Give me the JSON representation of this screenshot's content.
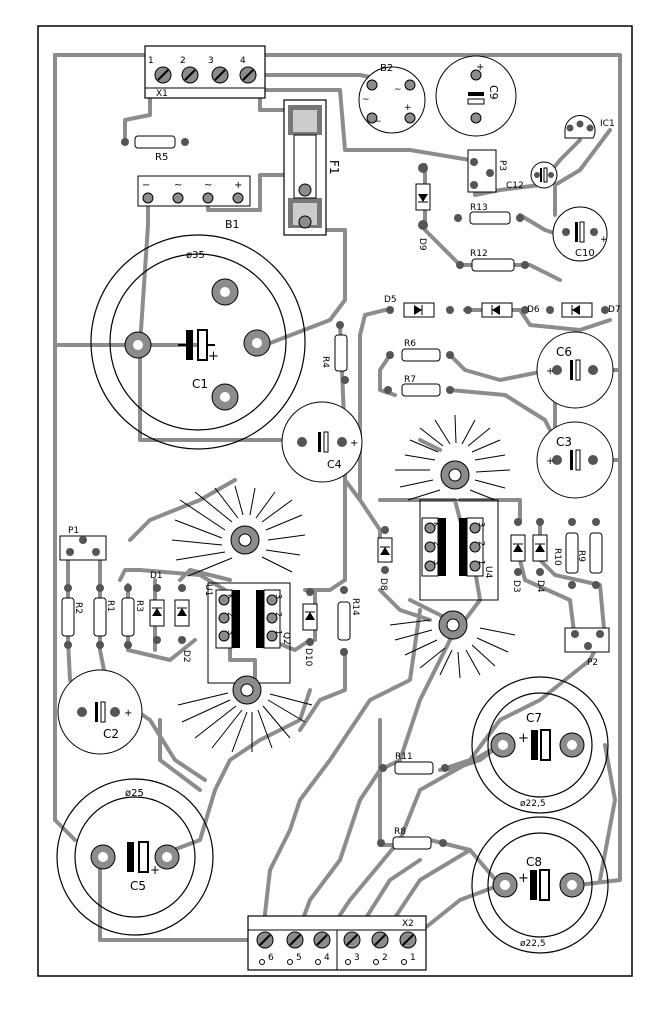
{
  "colors": {
    "trace": "#8c8c8c",
    "ink": "#000000",
    "board": "#ffffff",
    "pad": "#6e6e6e"
  },
  "labels": {
    "x1": "X1",
    "x2": "X2",
    "x1_pins": [
      "1",
      "2",
      "3",
      "4"
    ],
    "x2_pins": [
      "6",
      "5",
      "4",
      "3",
      "2",
      "1"
    ],
    "b1": "B1",
    "b2": "B2",
    "f1": "F1",
    "b1_marks": [
      "−",
      "~",
      "~",
      "+"
    ],
    "b2_marks": [
      "~",
      "~",
      "−",
      "+"
    ],
    "c1": "C1",
    "c1_dia": "ø35",
    "c2": "C2",
    "c3": "C3",
    "c4": "C4",
    "c5": "C5",
    "c5_dia": "ø25",
    "c6": "C6",
    "c7": "C7",
    "c7_dia": "ø22,5",
    "c8": "C8",
    "c8_dia": "ø22,5",
    "c9": "C9",
    "c10": "C10",
    "c12": "C12",
    "ic1": "IC1",
    "p1": "P1",
    "p2": "P2",
    "p3": "P3",
    "r1": "R1",
    "r2": "R2",
    "r3": "R3",
    "r4": "R4",
    "r5": "R5",
    "r6": "R6",
    "r7": "R7",
    "r8": "R8",
    "r9": "R9",
    "r10": "R10",
    "r11": "R11",
    "r12": "R12",
    "r13": "R13",
    "r14": "R14",
    "d1": "D1",
    "d2": "D2",
    "d3": "D3",
    "d4": "D4",
    "d5": "D5",
    "d6": "D6",
    "d7": "D7",
    "d8": "D8",
    "d9": "D9",
    "d10": "D10",
    "q2": "Q2",
    "u1": "U1",
    "u4": "U4",
    "pin_a": [
      "K",
      "2",
      "3"
    ],
    "pin_b": [
      "3",
      "2",
      "1"
    ],
    "pin_c": [
      "K",
      "2",
      "3"
    ],
    "pin_d": [
      "3",
      "2",
      "1"
    ]
  }
}
